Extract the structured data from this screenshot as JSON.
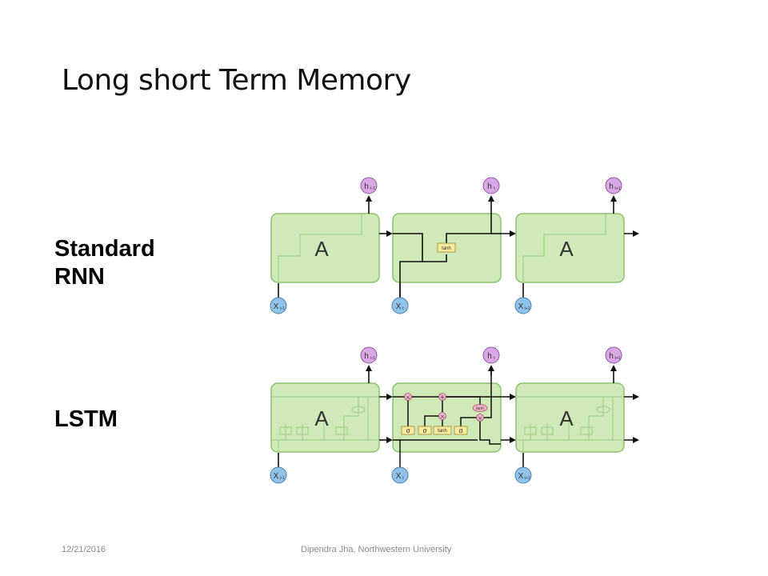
{
  "slide": {
    "title": "Long short Term Memory",
    "footer_date": "12/21/2016",
    "footer_author": "Dipendra Jha, Northwestern University"
  },
  "rows": [
    {
      "label_line1": "Standard",
      "label_line2": "RNN"
    },
    {
      "label_line1": "LSTM",
      "label_line2": ""
    }
  ],
  "diagram": {
    "cell_letter": "A",
    "tanh": "tanh",
    "sigma": "σ",
    "times": "×",
    "plus": "+",
    "h": "h",
    "x": "X",
    "sub_prev": "t-1",
    "sub_cur": "t",
    "sub_next": "t+1",
    "colors": {
      "cell_fill": "#cfeab8",
      "cell_stroke": "#8cc06e",
      "h_node": "#d9a6e6",
      "x_node": "#8fc3ea",
      "gate": "#fbeb9c",
      "op": "#f5b5c8"
    }
  }
}
